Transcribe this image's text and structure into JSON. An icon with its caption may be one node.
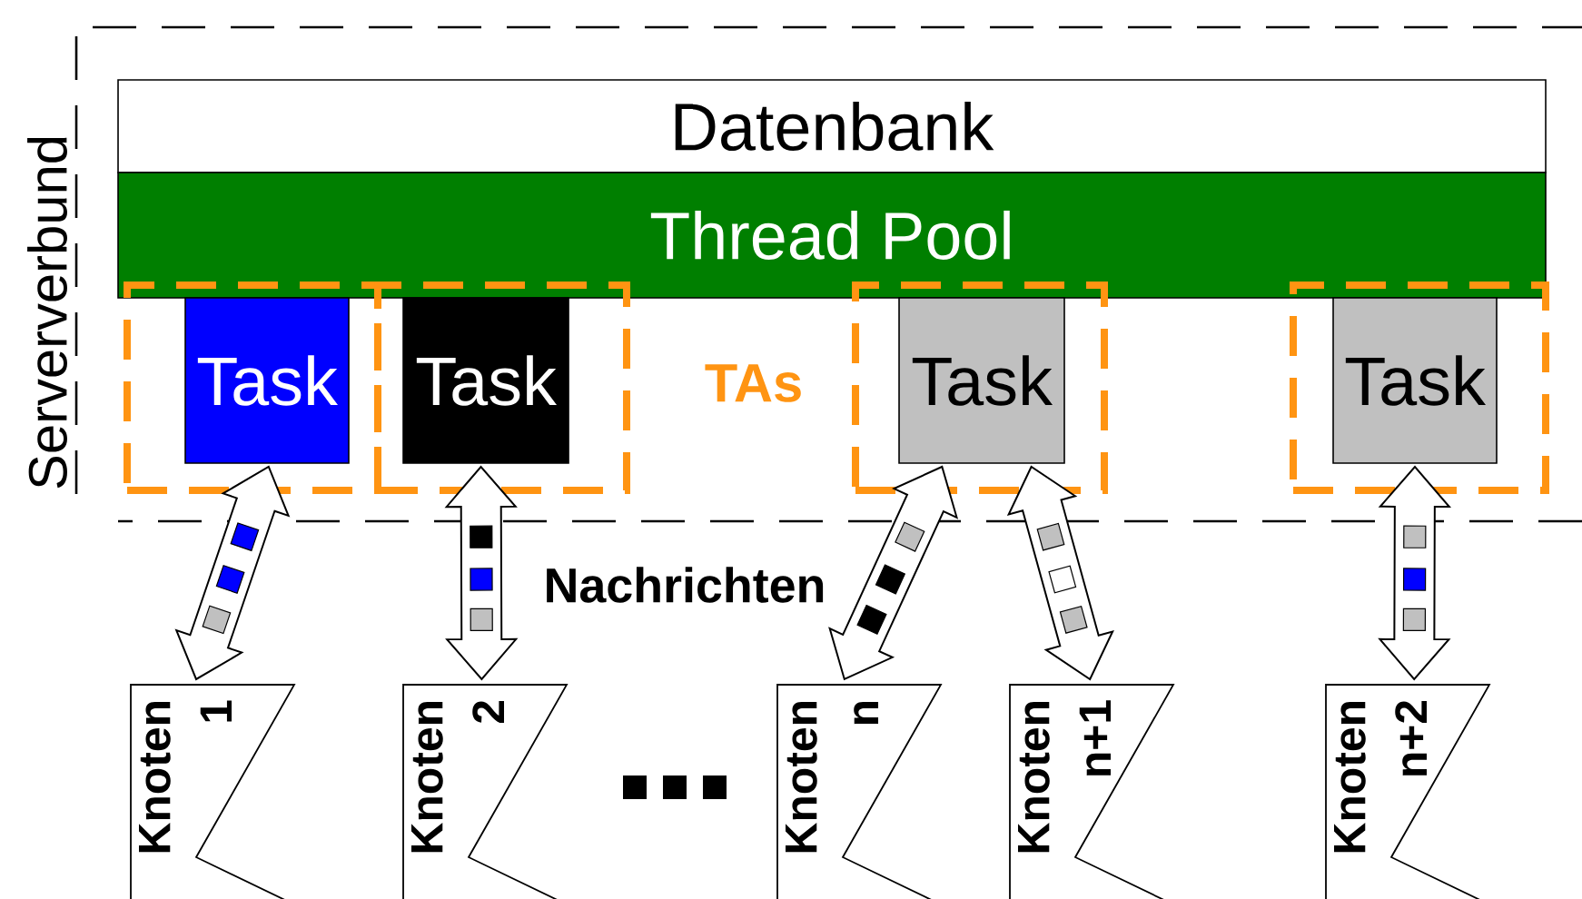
{
  "diagram": {
    "nodes": [
      {
        "text": [
          "Serververbund"
        ]
      },
      {
        "text": [
          "Datenbank"
        ],
        "in": 0
      },
      {
        "text": [
          "Thread Pool"
        ],
        "in": 0
      },
      {
        "text": [],
        "shape": "box",
        "in": 0
      },
      {
        "text": [
          "Task"
        ],
        "in": 3
      },
      {
        "text": [],
        "shape": "box",
        "in": 0
      },
      {
        "text": [
          "Task"
        ],
        "in": 5
      },
      {
        "text": [],
        "shape": "box",
        "in": 0
      },
      {
        "text": [
          "Task"
        ],
        "in": 7
      },
      {
        "text": [],
        "shape": "box",
        "in": 0
      },
      {
        "text": [
          "Task"
        ],
        "in": 9
      },
      {
        "text": [
          "Knoten 1"
        ]
      },
      {
        "text": [
          "Knoten 2"
        ]
      },
      {
        "text": [
          "Knoten n"
        ]
      },
      {
        "text": [
          "Knoten n+1"
        ]
      },
      {
        "text": [
          "Knoten n+2"
        ]
      }
    ],
    "edges": [
      {
        "from": 4,
        "to": 11,
        "arrow": "both"
      },
      {
        "from": 6,
        "to": 12,
        "arrow": "both"
      },
      {
        "from": 8,
        "to": 13,
        "arrow": "both"
      },
      {
        "from": 8,
        "to": 14,
        "arrow": "both"
      },
      {
        "from": 10,
        "to": 15,
        "arrow": "both"
      }
    ],
    "labels": [
      "TAs",
      "Nachrichten"
    ]
  }
}
